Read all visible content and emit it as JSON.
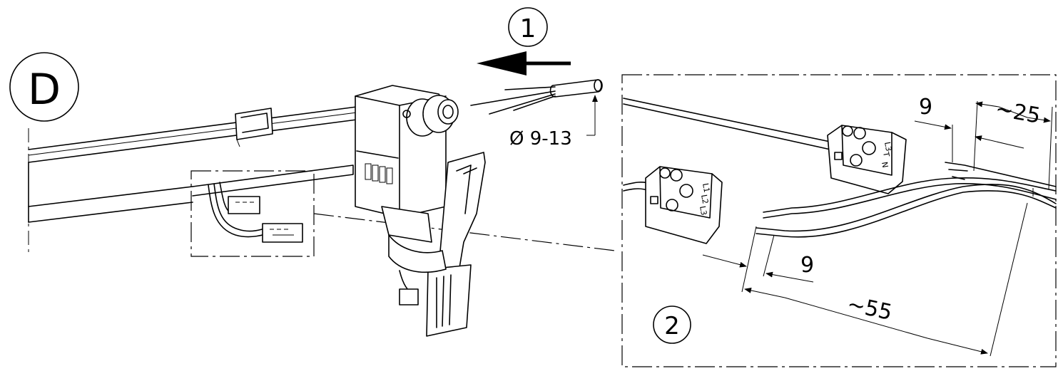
{
  "labels": {
    "detail_letter": "D",
    "step_1": "1",
    "step_2": "2",
    "diameter": "Ø 9-13",
    "dim_strip_upper": "9",
    "dim_sheath_upper": "~25",
    "dim_strip_lower": "9",
    "dim_sheath_lower": "~55"
  },
  "connectors": {
    "connector_a": {
      "pins": [
        "L1",
        "L2",
        "L3"
      ]
    },
    "connector_b": {
      "pins": [
        "L3",
        "T",
        "N"
      ]
    }
  }
}
